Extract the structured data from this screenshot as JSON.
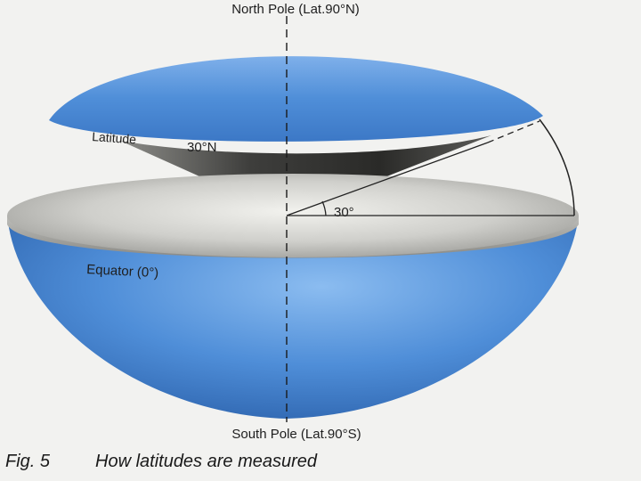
{
  "labels": {
    "north_pole": "North Pole (Lat.90°N)",
    "latitude": "Latitude",
    "latitude_value": "30°N",
    "angle": "30°",
    "equator": "Equator (0°)",
    "south_pole": "South Pole (Lat.90°S)"
  },
  "caption": {
    "figure_number": "Fig. 5",
    "title": "How latitudes are measured"
  },
  "colors": {
    "ocean_blue": "#4f8ed8",
    "equator_plane": "#c9c9c6",
    "cone_dark": "#3a3a3a"
  }
}
